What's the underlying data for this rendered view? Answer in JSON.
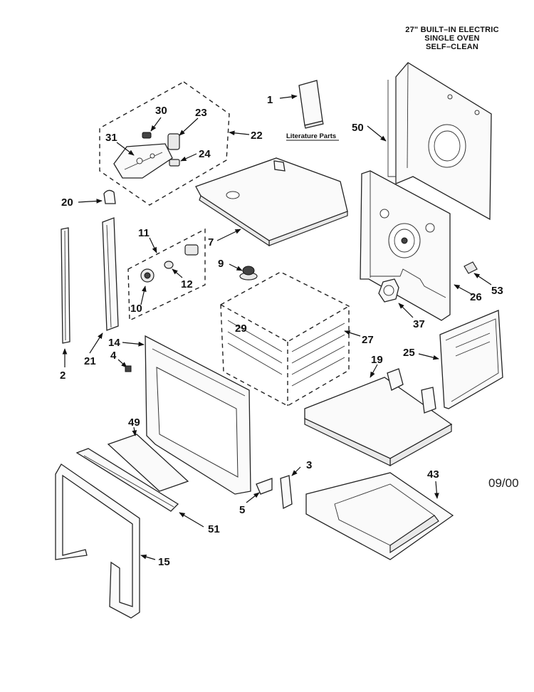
{
  "header": {
    "line1": "27\" BUILT–IN ELECTRIC",
    "line2": "SINGLE OVEN",
    "line3": "SELF–CLEAN"
  },
  "literature_label": "Literature Parts",
  "date_code": "09/00",
  "callouts": {
    "c1": "1",
    "c2": "2",
    "c3": "3",
    "c4": "4",
    "c5": "5",
    "c7": "7",
    "c9": "9",
    "c10": "10",
    "c11": "11",
    "c12": "12",
    "c14": "14",
    "c15": "15",
    "c19": "19",
    "c20": "20",
    "c21": "21",
    "c22": "22",
    "c23": "23",
    "c24": "24",
    "c25": "25",
    "c26": "26",
    "c27": "27",
    "c29": "29",
    "c30": "30",
    "c31": "31",
    "c37": "37",
    "c43": "43",
    "c49": "49",
    "c50": "50",
    "c51": "51",
    "c53": "53"
  }
}
